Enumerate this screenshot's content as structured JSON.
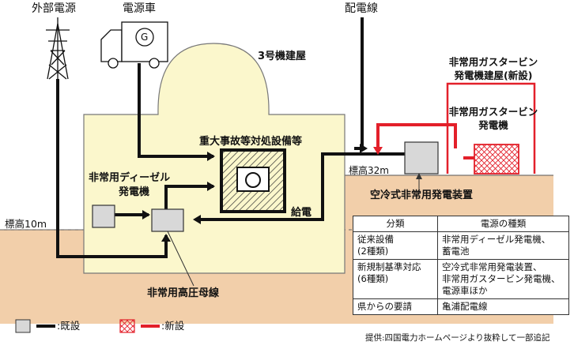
{
  "labels": {
    "external_power": "外部電源",
    "power_vehicle": "電源車",
    "generator_symbol": "G",
    "distribution_line": "配電線",
    "unit3_building": "3号機建屋",
    "serious_accident_equipment": "重大事故等対処設備等",
    "emergency_diesel_line1": "非常用ディーゼル",
    "emergency_diesel_line2": "発電機",
    "power_supply": "給電",
    "elevation_10m": "標高10m",
    "elevation_32m": "標高32m",
    "aircooled_generator": "空冷式非常用発電装置",
    "gas_turbine_building_line1": "非常用ガスタービン",
    "gas_turbine_building_line2": "発電機建屋(新設)",
    "gas_turbine_line1": "非常用ガスタービン",
    "gas_turbine_line2": "発電機",
    "hv_bus": "非常用高圧母線"
  },
  "table": {
    "headers": [
      "分類",
      "電源の種類"
    ],
    "rows": [
      {
        "category_line1": "従来設備",
        "category_line2": "(2種類)",
        "types": [
          "非常用ディーゼル発電機、",
          "蓄電池"
        ]
      },
      {
        "category_line1": "新規制基準対応",
        "category_line2": "(6種類)",
        "types": [
          "空冷式非常用発電装置、",
          "非常用ガスタービン発電機、",
          "電源車ほか"
        ]
      },
      {
        "category_line1": "県からの要請",
        "category_line2": "",
        "types": [
          "亀浦配電線"
        ]
      }
    ]
  },
  "legend": {
    "existing": ":既設",
    "new": ":新設"
  },
  "caption": "提供:四国電力ホームページより抜粋して一部追記",
  "colors": {
    "building_fill": "#fbf7cc",
    "ground_fill": "#f2cfaa",
    "new_red": "#e3202a",
    "box_gray": "#d8d8d8"
  }
}
